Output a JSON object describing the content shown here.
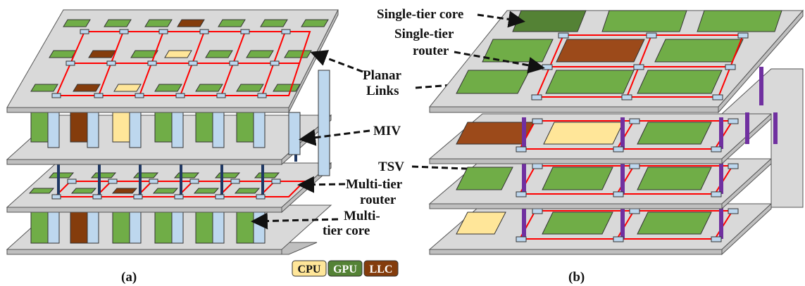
{
  "labels": {
    "single_tier_core": "Single-tier core",
    "single_tier_router_1": "Single-tier",
    "single_tier_router_2": "router",
    "planar_links_1": "Planar",
    "planar_links_2": "Links",
    "miv": "MIV",
    "tsv": "TSV",
    "multi_tier_router_1": "Multi-tier",
    "multi_tier_router_2": "router",
    "multi_tier_core_1": "Multi-",
    "multi_tier_core_2": "tier core"
  },
  "legend": [
    {
      "label": "CPU",
      "color": "#ffe699",
      "text_color": "#111111"
    },
    {
      "label": "GPU",
      "color": "#548235",
      "text_color": "#ffffff"
    },
    {
      "label": "LLC",
      "color": "#843c0c",
      "text_color": "#ffffff"
    }
  ],
  "captions": {
    "a": "(a)",
    "b": "(b)"
  },
  "colors": {
    "layer": "#d9d9d9",
    "layer_side": "#bfbfbf",
    "gpu": "#70ad47",
    "gpu_dark": "#548235",
    "cpu": "#ffe699",
    "llc": "#9c4a1a",
    "router": "#bdd7ee",
    "link": "#ff0000",
    "miv": "#1f3864",
    "tsv": "#7030a0",
    "pillar": "#bdd7ee"
  }
}
